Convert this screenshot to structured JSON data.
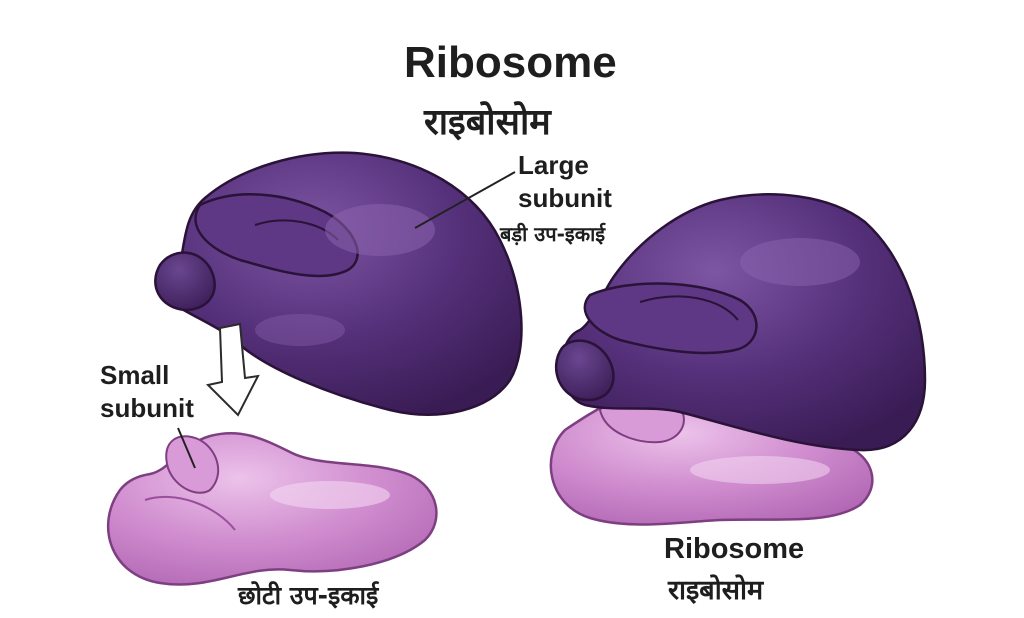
{
  "title": {
    "en": "Ribosome",
    "hi": "राइबोसोम"
  },
  "large_subunit": {
    "en_line1": "Large",
    "en_line2": "subunit",
    "hi": "बड़ी उप-इकाई"
  },
  "small_subunit": {
    "en_line1": "Small",
    "en_line2": "subunit",
    "hi": "छोटी उप-इकाई"
  },
  "assembled": {
    "en": "Ribosome",
    "hi": "राइबोसोम"
  },
  "colors": {
    "large_subunit": "#4a2568",
    "large_subunit_highlight": "#7d56a3",
    "small_subunit": "#c77dc6",
    "small_subunit_highlight": "#ecc2ea",
    "outline": "#2a1238",
    "text": "#1e1e1e"
  },
  "icons": {
    "assembly_arrow": "down-arrow-icon"
  }
}
